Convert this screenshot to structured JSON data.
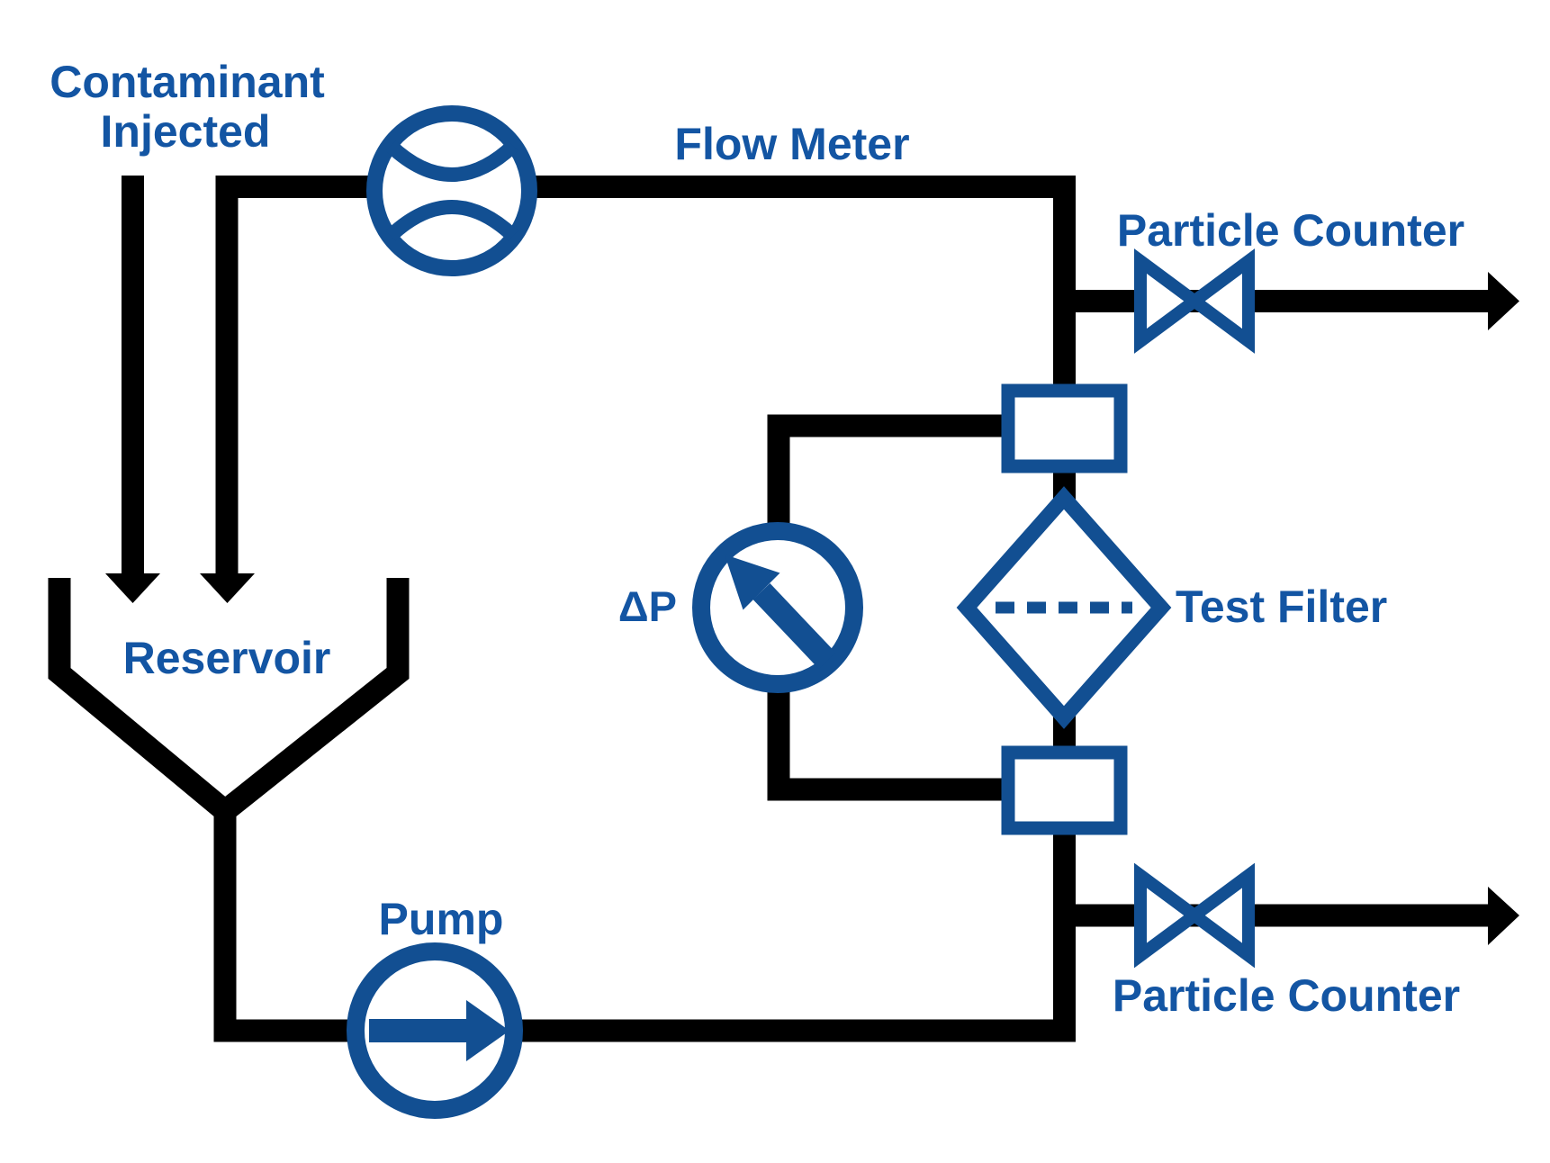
{
  "diagram": {
    "type": "filter-test-circuit-schematic",
    "labels": {
      "contaminant_line1": "Contaminant",
      "contaminant_line2": "Injected",
      "flow_meter": "Flow Meter",
      "particle_counter_top": "Particle Counter",
      "test_filter": "Test Filter",
      "delta_p": "ΔP",
      "reservoir": "Reservoir",
      "pump": "Pump",
      "particle_counter_bottom": "Particle Counter"
    },
    "icons": {
      "flow_meter": "ball-flow-meter-icon",
      "pressure_gauge": "delta-p-gauge-icon",
      "valve_top": "bowtie-valve-icon",
      "valve_bottom": "bowtie-valve-icon",
      "test_filter": "diamond-filter-icon",
      "pump": "circle-arrow-pump-icon",
      "reservoir": "funnel-reservoir-icon",
      "sampling_port_top": "port-rectangle-icon",
      "sampling_port_bottom": "port-rectangle-icon"
    },
    "colors": {
      "label_blue": "#1355A3",
      "symbol_blue": "#124F92",
      "pipe_black": "#000000",
      "background": "#FFFFFF"
    }
  }
}
